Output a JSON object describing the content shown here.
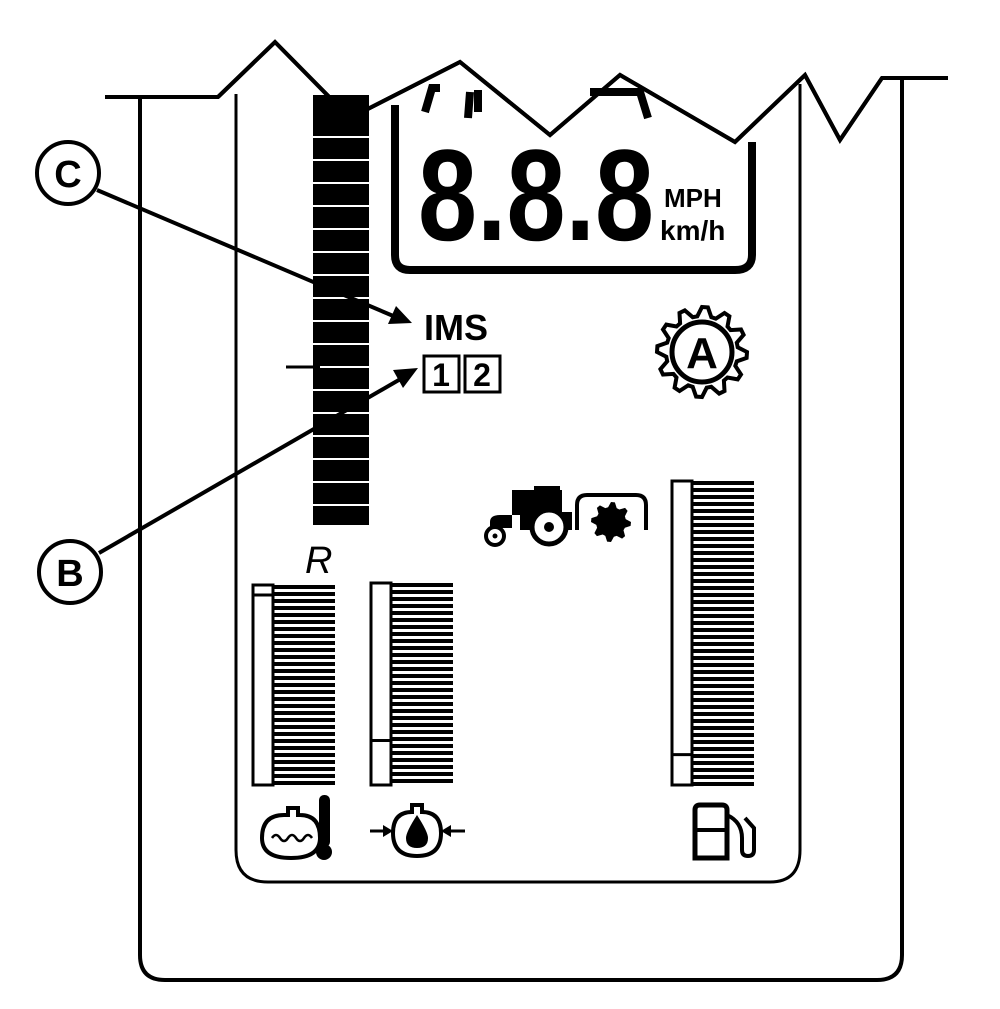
{
  "speed_display": {
    "digits": "8.8.8",
    "unit_mph": "MPH",
    "unit_kmh": "km/h"
  },
  "ims": {
    "label": "IMS",
    "mode_1": "1",
    "mode_2": "2"
  },
  "auto_indicator": {
    "letter": "A"
  },
  "reverse_indicator": {
    "label": "R"
  },
  "callouts": {
    "c": "C",
    "b": "B"
  },
  "gauges": {
    "coolant_temperature": {
      "level_fraction": 0.95
    },
    "oil_pressure": {
      "level_fraction": 0.22
    },
    "fuel": {
      "level_fraction": 0.1
    }
  },
  "icons": {
    "coolant": "engine-coolant-temperature-icon",
    "oil": "engine-oil-pressure-icon",
    "fuel": "fuel-pump-icon",
    "tractor": "tractor-icon",
    "pto": "pto-icon",
    "gear": "auto-gear-icon"
  },
  "colors": {
    "ink": "#000000",
    "paper": "#ffffff"
  }
}
